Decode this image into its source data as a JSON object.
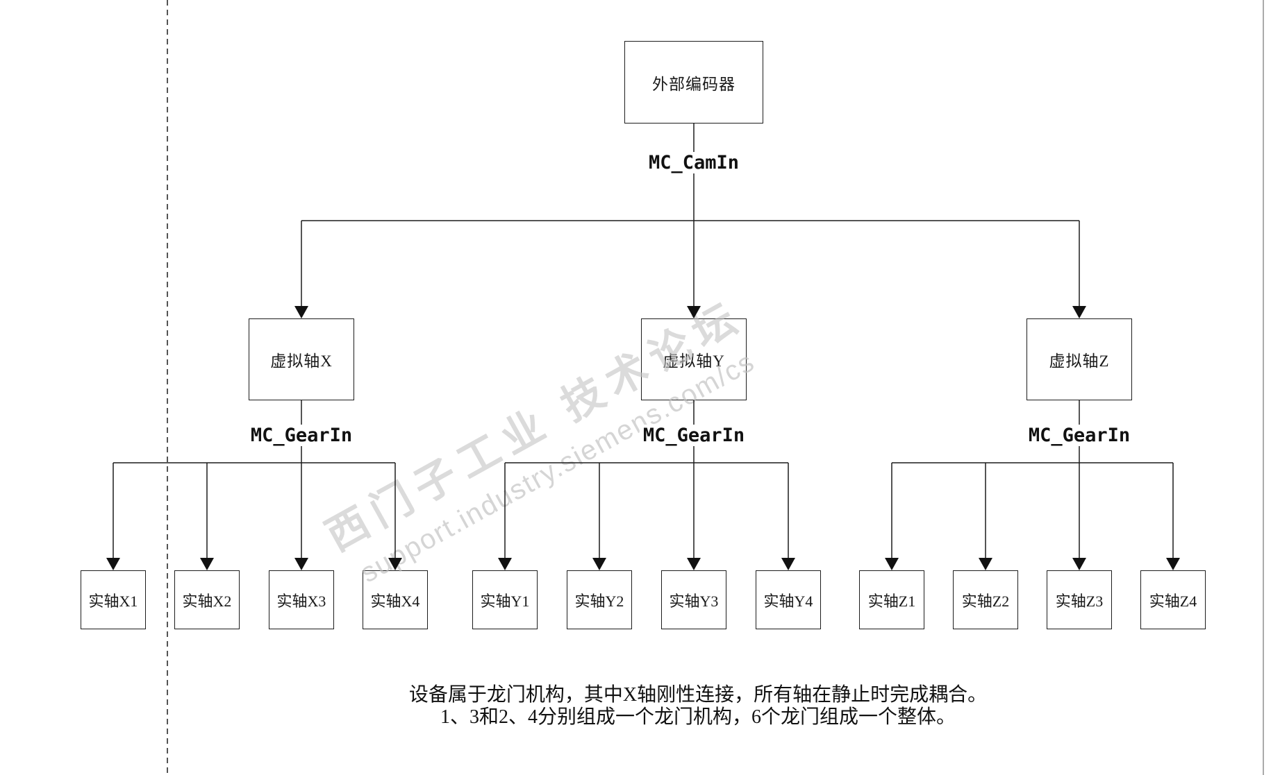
{
  "diagram": {
    "encoder_label": "外部编码器",
    "cam_label": "MC_CamIn",
    "branches": [
      {
        "virtual_label": "虚拟轴X",
        "gear_label": "MC_GearIn",
        "children": [
          "实轴X1",
          "实轴X2",
          "实轴X3",
          "实轴X4"
        ]
      },
      {
        "virtual_label": "虚拟轴Y",
        "gear_label": "MC_GearIn",
        "children": [
          "实轴Y1",
          "实轴Y2",
          "实轴Y3",
          "实轴Y4"
        ]
      },
      {
        "virtual_label": "虚拟轴Z",
        "gear_label": "MC_GearIn",
        "children": [
          "实轴Z1",
          "实轴Z2",
          "实轴Z3",
          "实轴Z4"
        ]
      }
    ],
    "note_lines": [
      "设备属于龙门机构，其中X轴刚性连接，所有轴在静止时完成耦合。",
      "1、3和2、4分别组成一个龙门机构，6个龙门组成一个整体。"
    ],
    "watermark": {
      "title": "西门子工业 技术论坛",
      "url": "support.industry.siemens.com/cs"
    }
  },
  "colors": {
    "line": "#1c1c1c",
    "text": "#111111",
    "watermark_gray": "#c3c3c3",
    "right_border_gray": "#ababab",
    "background": "#ffffff"
  }
}
